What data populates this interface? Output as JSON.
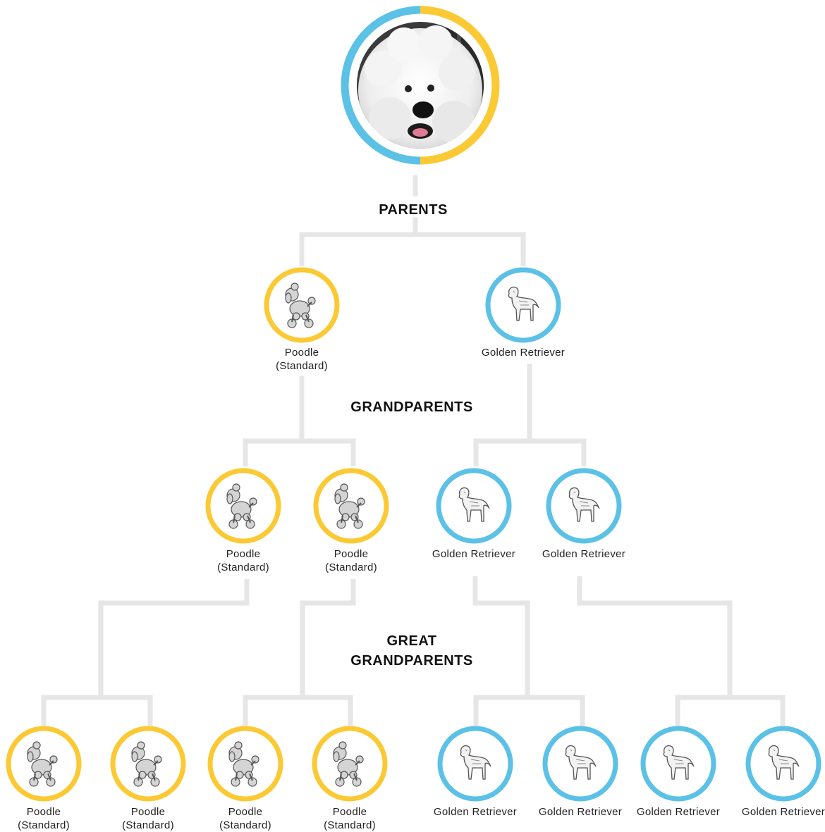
{
  "colors": {
    "poodle_ring": "#FBC934",
    "retriever_ring": "#5BC1E6",
    "connector": "#E6E6E6",
    "text": "#111111"
  },
  "generations": {
    "parents": "PARENTS",
    "grandparents": "GRANDPARENTS",
    "great_grandparents_line1": "GREAT",
    "great_grandparents_line2": "GRANDPARENTS"
  },
  "subject": {
    "image": "dog-photo",
    "ring": [
      "retriever",
      "poodle"
    ]
  },
  "parents": [
    {
      "breed": "poodle",
      "label_line1": "Poodle",
      "label_line2": "(Standard)",
      "icon": "poodle-icon"
    },
    {
      "breed": "retriever",
      "label_line1": "Golden Retriever",
      "label_line2": "",
      "icon": "golden-retriever-icon"
    }
  ],
  "grandparents": [
    {
      "breed": "poodle",
      "label_line1": "Poodle",
      "label_line2": "(Standard)",
      "icon": "poodle-icon"
    },
    {
      "breed": "poodle",
      "label_line1": "Poodle",
      "label_line2": "(Standard)",
      "icon": "poodle-icon"
    },
    {
      "breed": "retriever",
      "label_line1": "Golden Retriever",
      "label_line2": "",
      "icon": "golden-retriever-icon"
    },
    {
      "breed": "retriever",
      "label_line1": "Golden Retriever",
      "label_line2": "",
      "icon": "golden-retriever-icon"
    }
  ],
  "great_grandparents": [
    {
      "breed": "poodle",
      "label_line1": "Poodle",
      "label_line2": "(Standard)",
      "icon": "poodle-icon"
    },
    {
      "breed": "poodle",
      "label_line1": "Poodle",
      "label_line2": "(Standard)",
      "icon": "poodle-icon"
    },
    {
      "breed": "poodle",
      "label_line1": "Poodle",
      "label_line2": "(Standard)",
      "icon": "poodle-icon"
    },
    {
      "breed": "poodle",
      "label_line1": "Poodle",
      "label_line2": "(Standard)",
      "icon": "poodle-icon"
    },
    {
      "breed": "retriever",
      "label_line1": "Golden Retriever",
      "label_line2": "",
      "icon": "golden-retriever-icon"
    },
    {
      "breed": "retriever",
      "label_line1": "Golden Retriever",
      "label_line2": "",
      "icon": "golden-retriever-icon"
    },
    {
      "breed": "retriever",
      "label_line1": "Golden Retriever",
      "label_line2": "",
      "icon": "golden-retriever-icon"
    },
    {
      "breed": "retriever",
      "label_line1": "Golden Retriever",
      "label_line2": "",
      "icon": "golden-retriever-icon"
    }
  ]
}
